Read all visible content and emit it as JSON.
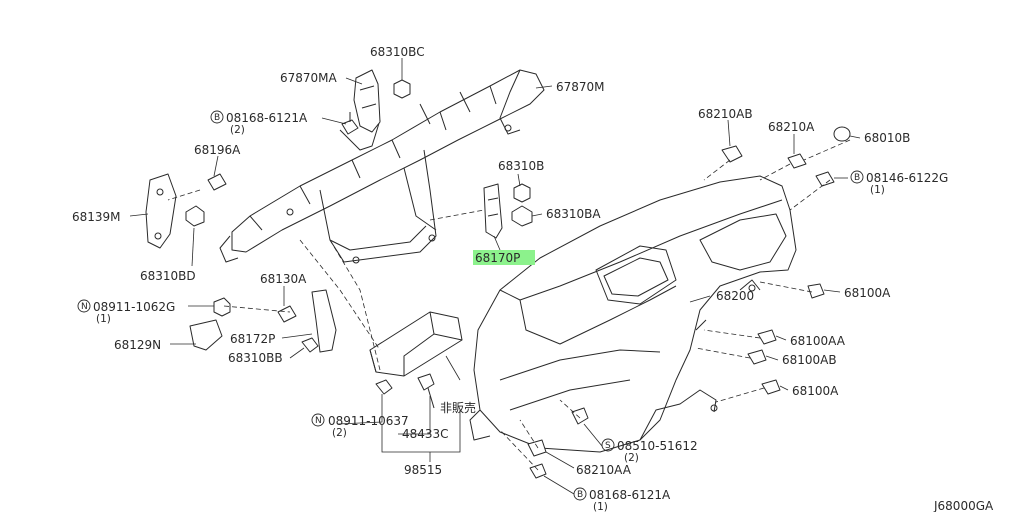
{
  "diagram_code": "J68000GA",
  "highlight_color": "#8cf28c",
  "labels": {
    "l_68310BC": "68310BC",
    "l_67870MA": "67870MA",
    "l_67870M": "67870M",
    "l_08168_top": "08168-6121A",
    "l_08168_top_qty": "(2)",
    "l_68196A": "68196A",
    "l_68139M": "68139M",
    "l_68310BD": "68310BD",
    "l_68310B": "68310B",
    "l_68310BA": "68310BA",
    "l_68170P": "68170P",
    "l_68210AB": "68210AB",
    "l_68210A": "68210A",
    "l_68010B": "68010B",
    "l_08146": "08146-6122G",
    "l_08146_qty": "(1)",
    "l_68130A": "68130A",
    "l_08911_1062G": "08911-1062G",
    "l_08911_1062G_qty": "(1)",
    "l_68172P": "68172P",
    "l_68129N": "68129N",
    "l_68310BB": "68310BB",
    "l_68200": "68200",
    "l_68100A_1": "68100A",
    "l_68100AA": "68100AA",
    "l_68100AB": "68100AB",
    "l_68100A_2": "68100A",
    "l_not_sold": "非販売",
    "l_08911_10637": "08911-10637",
    "l_08911_10637_qty": "(2)",
    "l_48433C": "48433C",
    "l_98515": "98515",
    "l_08510": "08510-51612",
    "l_08510_qty": "(2)",
    "l_68210AA": "68210AA",
    "l_08168_bot": "08168-6121A",
    "l_08168_bot_qty": "(1)"
  },
  "prefix_marks": {
    "b": "B",
    "n": "N",
    "s": "S"
  }
}
